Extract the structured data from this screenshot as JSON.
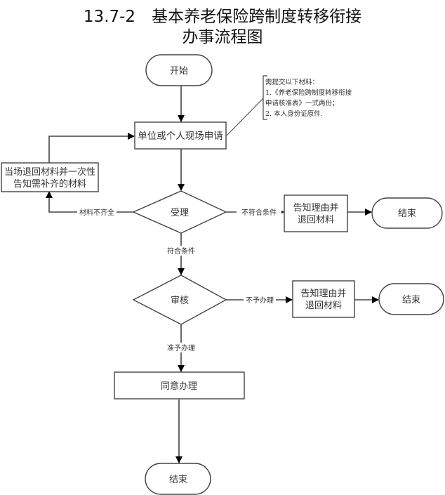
{
  "title": {
    "line1": "13.7-2　基本养老保险跨制度转移衔接",
    "line2": "办事流程图"
  },
  "nodes": {
    "start": "开始",
    "apply": "单位或个人现场申请",
    "return_materials": [
      "当场退回材料并一次性",
      "告知需补齐的材料"
    ],
    "accept": "受理",
    "reject1": [
      "告知理由并",
      "退回材料"
    ],
    "end1": "结束",
    "review": "审核",
    "reject2": [
      "告知理由并",
      "退回材料"
    ],
    "end2": "结束",
    "approve": "同意办理",
    "end3": "结束"
  },
  "annotation": [
    "需提交以下材料：",
    "1.《养老保险跨制度转移衔接",
    "申请核准表》一式两份；",
    "2. 本人身份证原件."
  ],
  "edges": {
    "incomplete": "材料不齐全",
    "not_qualified": "不符合条件",
    "qualified": "符合条件",
    "deny": "不予办理",
    "grant": "准予办理"
  }
}
